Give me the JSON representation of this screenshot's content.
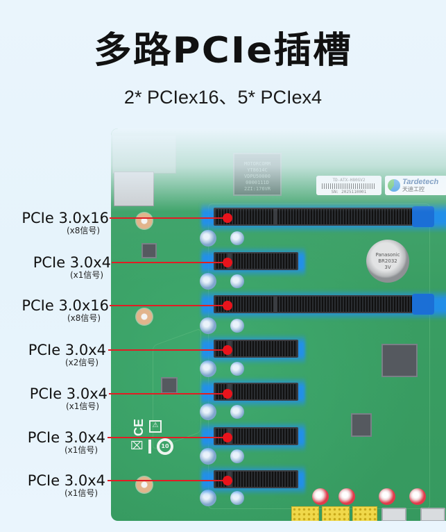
{
  "header": {
    "title": "多路PCIe插槽",
    "subtitle": "2* PCIex16、5* PCIex4"
  },
  "board": {
    "model_sticker": {
      "model": "TD-ATX-H80GV2",
      "serial": "SN: 2025110001"
    },
    "brand": {
      "name_en": "Tardetech",
      "name_cn": "天迪工控"
    },
    "chip_main": {
      "lines": [
        "MOTORCOMM",
        "YT8614C",
        "VDPU50000",
        "0000111D",
        "2ZI:176VR"
      ]
    },
    "battery": {
      "lines": [
        "Panasonic",
        "BR2032",
        "3V"
      ]
    },
    "markings": {
      "ce": "CE",
      "recycle": "10"
    },
    "colors": {
      "pcb_green": "#3a9e63",
      "slot_glow": "#1e8cff",
      "leader_red": "#e21c24",
      "background": "#eaf5fc"
    }
  },
  "slots": [
    {
      "label": "PCIe 3.0x16",
      "signal": "(x8信号)",
      "type": "x16"
    },
    {
      "label": "PCIe 3.0x4",
      "signal": "(x1信号)",
      "type": "x4"
    },
    {
      "label": "PCIe 3.0x16",
      "signal": "(x8信号)",
      "type": "x16"
    },
    {
      "label": "PCIe 3.0x4",
      "signal": "(x2信号)",
      "type": "x4"
    },
    {
      "label": "PCIe 3.0x4",
      "signal": "(x1信号)",
      "type": "x4"
    },
    {
      "label": "PCIe 3.0x4",
      "signal": "(x1信号)",
      "type": "x4"
    },
    {
      "label": "PCIe 3.0x4",
      "signal": "(x1信号)",
      "type": "x4"
    }
  ]
}
